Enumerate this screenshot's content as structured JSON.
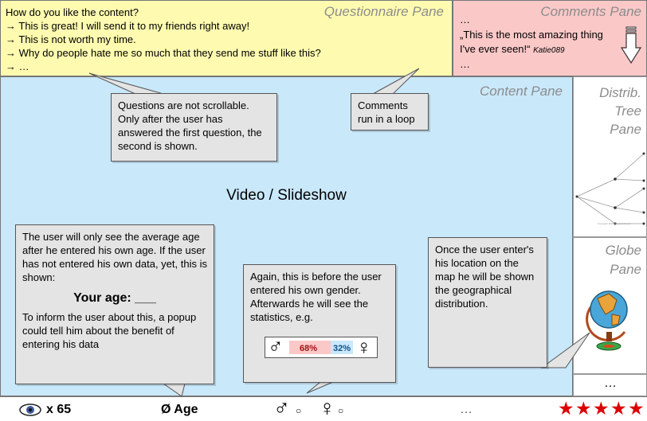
{
  "questionnaire": {
    "title": "Questionnaire Pane",
    "question": "How do you like the content?",
    "answers": [
      "This is great! I will send it to my friends right away!",
      "This is not worth my time.",
      "Why do people hate me so much that they send me stuff like this?",
      "…"
    ],
    "arrow": "→"
  },
  "comments": {
    "title": "Comments Pane",
    "ellipsis_top": "…",
    "quote": "„This is the most amazing thing I've ever seen!“",
    "author": "Katie089",
    "ellipsis_bottom": "…"
  },
  "content": {
    "title": "Content Pane",
    "main_label": "Video / Slideshow"
  },
  "distribution": {
    "title_line1": "Distrib.",
    "title_line2": "Tree",
    "title_line3": "Pane",
    "copyright": "Copyright 2007 Scrapbook.com"
  },
  "globe": {
    "title_line1": "Globe",
    "title_line2": "Pane"
  },
  "more_pane": {
    "label": "…"
  },
  "callouts": {
    "questions": "Questions are not scrollable. Only after the user has answered the first question, the second is shown.",
    "comments": "Comments run in a loop",
    "age_intro": "The user will only see the average age after he entered his own age. If the user has not entered his own data, yet, this is shown:",
    "age_prompt": "Your age: ___",
    "age_outro": "To inform the user about this, a popup could tell him about the benefit of entering his data",
    "gender": "Again, this is before the user entered his own gender. Afterwards he will see the statistics, e.g.",
    "gender_male_pct": "68%",
    "gender_female_pct": "32%",
    "gender_male_fraction": 0.68,
    "globe": "Once the user enter's his location on the map he will be shown the geographical distribution."
  },
  "status_bar": {
    "views": "x 65",
    "age": "Ø Age",
    "gender_male": "♂",
    "gender_female": "♀",
    "gender_dot": "○",
    "ellipsis": "…",
    "rating_stars": 5,
    "star_glyph": "★",
    "star_color": "#dd0000"
  },
  "icons": {
    "eye": "eye-icon",
    "scroll_arrow": "down-arrow-icon",
    "male": "male-symbol-icon",
    "female": "female-symbol-icon",
    "globe": "globe-icon",
    "tree": "distribution-tree-icon",
    "star": "star-icon"
  }
}
